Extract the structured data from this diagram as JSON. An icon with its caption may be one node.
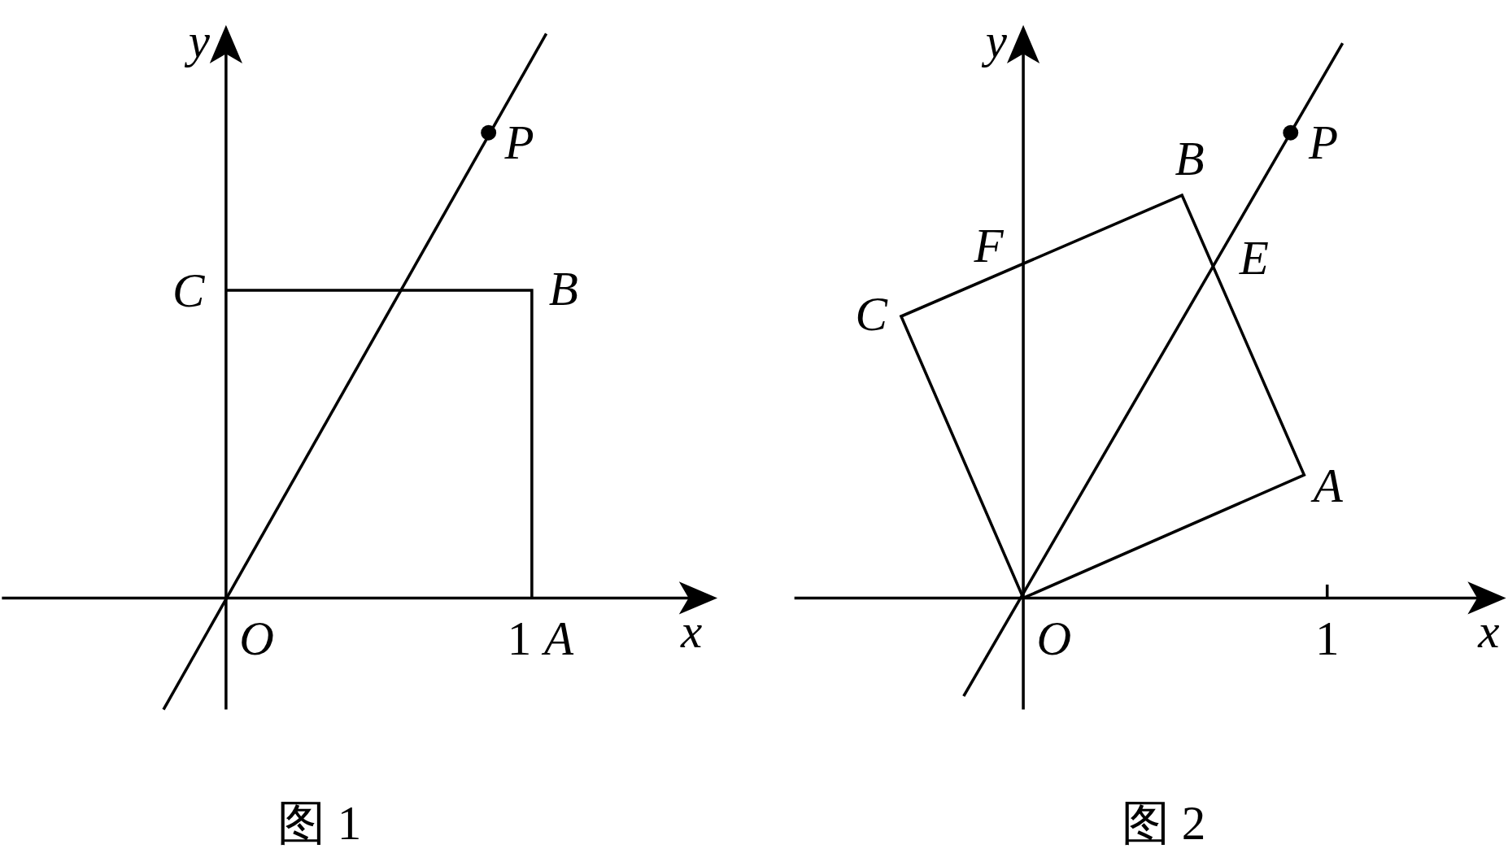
{
  "diagram": {
    "labels": [
      "y",
      "P",
      "C",
      "B",
      "O",
      "1",
      "A",
      "x",
      "图 1",
      "y",
      "B",
      "P",
      "F",
      "E",
      "C",
      "A",
      "O",
      "1",
      "x",
      "图 2"
    ]
  }
}
